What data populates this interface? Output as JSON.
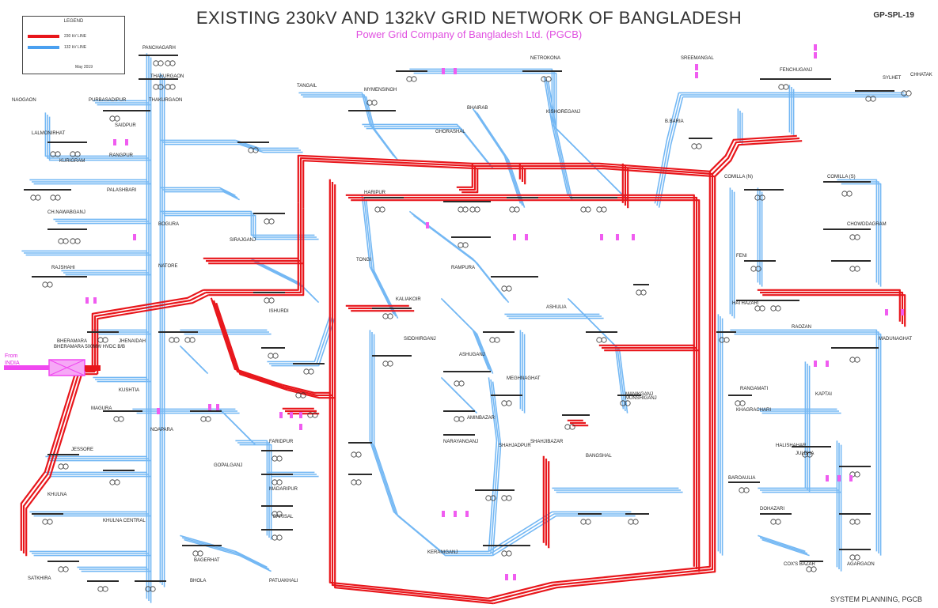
{
  "header": {
    "title": "EXISTING 230kV AND 132kV GRID NETWORK OF BANGLADESH",
    "subtitle": "Power Grid Company of Bangladesh Ltd. (PGCB)",
    "doc_ref": "GP-SPL-19"
  },
  "legend": {
    "title": "LEGEND",
    "items": [
      {
        "label": "230 kV LINE",
        "color": "#e8161b"
      },
      {
        "label": "132 kV LINE",
        "color": "#4aa0f0"
      }
    ],
    "date": "May 2019"
  },
  "footer": {
    "text": "SYSTEM PLANNING, PGCB"
  },
  "import": {
    "label_1": "From",
    "label_2": "INDIA",
    "converter": "BHERAMARA 500MW HVDC B/B"
  },
  "colors": {
    "line_230": "#e8161b",
    "line_132": "#74b8f4",
    "line_132_dark": "#3a8fe6",
    "import": "#f048f0",
    "bus": "#2a2a2a"
  },
  "substations": [
    {
      "name": "PANCHAGARH"
    },
    {
      "name": "THAKURGAON"
    },
    {
      "name": "PURBASADIPUR"
    },
    {
      "name": "THAKURGAON"
    },
    {
      "name": "SAIDPUR"
    },
    {
      "name": "RANGPUR"
    },
    {
      "name": "LALMONIRHAT"
    },
    {
      "name": "KURIGRAM"
    },
    {
      "name": "PALASHBARI"
    },
    {
      "name": "BOGURA"
    },
    {
      "name": "NAOGAON"
    },
    {
      "name": "CH.NAWABGANJ"
    },
    {
      "name": "RAJSHAHI"
    },
    {
      "name": "NATORE"
    },
    {
      "name": "SIRAJGANJ"
    },
    {
      "name": "ISHURDI"
    },
    {
      "name": "BHERAMARA"
    },
    {
      "name": "JHENAIDAH"
    },
    {
      "name": "KUSHTIA"
    },
    {
      "name": "MAGURA"
    },
    {
      "name": "JESSORE"
    },
    {
      "name": "NOAPARA"
    },
    {
      "name": "KHULNA"
    },
    {
      "name": "KHULNA CENTRAL"
    },
    {
      "name": "SATKHIRA"
    },
    {
      "name": "BAGERHAT"
    },
    {
      "name": "GOPALGANJ"
    },
    {
      "name": "FARIDPUR"
    },
    {
      "name": "MADARIPUR"
    },
    {
      "name": "BARISAL"
    },
    {
      "name": "BHOLA"
    },
    {
      "name": "PATUAKHALI"
    },
    {
      "name": "TANGAIL"
    },
    {
      "name": "MYMENSINGH"
    },
    {
      "name": "NETROKONA"
    },
    {
      "name": "KISHOREGANJ"
    },
    {
      "name": "BHAIRAB"
    },
    {
      "name": "GHORASHAL"
    },
    {
      "name": "ASHUGANJ"
    },
    {
      "name": "SHAHJIBAZAR"
    },
    {
      "name": "SREEMANGAL"
    },
    {
      "name": "FENCHUGANJ"
    },
    {
      "name": "SYLHET"
    },
    {
      "name": "CHHATAK"
    },
    {
      "name": "B.BARIA"
    },
    {
      "name": "COMILLA (N)"
    },
    {
      "name": "COMILLA (S)"
    },
    {
      "name": "CHOWDDAGRAM"
    },
    {
      "name": "FENI"
    },
    {
      "name": "HATHAZARI"
    },
    {
      "name": "RAOZAN"
    },
    {
      "name": "MADUNAGHAT"
    },
    {
      "name": "KAPTAI"
    },
    {
      "name": "RANGAMATI"
    },
    {
      "name": "KHAGRACHARI"
    },
    {
      "name": "BAROAULIA"
    },
    {
      "name": "HALISHAHAR"
    },
    {
      "name": "JULDHA"
    },
    {
      "name": "DOHAZARI"
    },
    {
      "name": "COX'S BAZAR"
    },
    {
      "name": "AGARGAON"
    },
    {
      "name": "HARIPUR"
    },
    {
      "name": "RAMPURA"
    },
    {
      "name": "ASHULIA"
    },
    {
      "name": "TONGI"
    },
    {
      "name": "KALIAKOIR"
    },
    {
      "name": "SIDDHIRGANJ"
    },
    {
      "name": "MEGHNAGHAT"
    },
    {
      "name": "AMINBAZAR"
    },
    {
      "name": "MANIKGANJ"
    },
    {
      "name": "SHAHJADPUR"
    },
    {
      "name": "BANGSHAL"
    },
    {
      "name": "NARAYANGANJ"
    },
    {
      "name": "KERANIGANJ"
    },
    {
      "name": "MUNSHIGANJ"
    }
  ]
}
